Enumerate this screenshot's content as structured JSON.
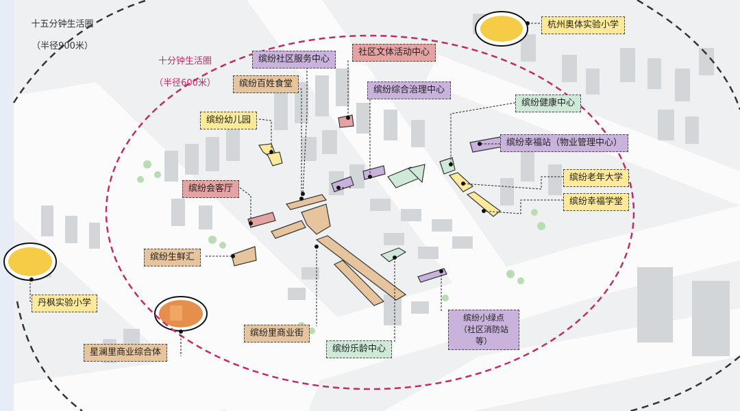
{
  "circles": {
    "fifteen_minute": {
      "title": "十五分钟生活圈",
      "radius": "（半径900米）"
    },
    "ten_minute": {
      "title": "十分钟生活圈",
      "radius": "（半径600米）"
    }
  },
  "facilities": {
    "school_hangzhou": "杭州奥体实验小学",
    "social_service": "缤纷社区服务中心",
    "culture_center": "社区文体活动中心",
    "canteen": "缤纷百姓食堂",
    "governance": "缤纷综合治理中心",
    "health": "缤纷健康中心",
    "kindergarten": "缤纷幼儿园",
    "happiness_station": "缤纷幸福站（物业管理中心）",
    "elderly_university": "缤纷老年大学",
    "happiness_school": "缤纷幸福学堂",
    "meeting_hall": "缤纷会客厅",
    "fresh_market": "缤纷生鲜汇",
    "school_danfeng": "丹枫实验小学",
    "green_point": "缤纷小绿点\n（社区消防站等）",
    "commercial_street": "缤纷里商业街",
    "commercial_complex": "星澜里商业综合体",
    "elderly_center": "缤纷乐龄中心"
  },
  "colors": {
    "yellow": "#fde99a",
    "tan": "#e6c49d",
    "purple": "#c9b3dc",
    "red": "#e4a2a2",
    "mint": "#cfe9d9",
    "ten_minute_ring": "#c22a66",
    "school_marker": "#f4cc45",
    "complex_marker": "#e58f4c"
  }
}
